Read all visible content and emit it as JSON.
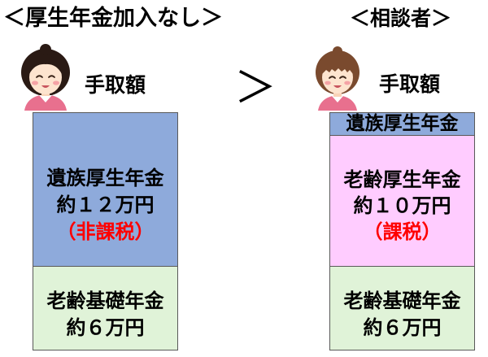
{
  "headers": {
    "left": "＜厚生年金加入なし＞",
    "right": "＜相談者＞"
  },
  "comparison_symbol": "＞",
  "colors": {
    "survivor_pension_fill": "#8eaadb",
    "old_age_employee_pension_fill": "#ffccff",
    "basic_pension_fill": "#e0f3d8",
    "tax_note_text": "#ff0000",
    "border": "#595959"
  },
  "left_case": {
    "person_icon": "middle-aged-woman-icon",
    "take_home_label": "手取額",
    "survivor_pension": {
      "name": "遺族厚生年金",
      "amount": "約１２万円",
      "tax_note": "（非課税）"
    },
    "basic_pension": {
      "name": "老齢基礎年金",
      "amount": "約６万円"
    }
  },
  "right_case": {
    "person_icon": "woman-icon",
    "take_home_label": "手取額",
    "survivor_pension": {
      "name": "遺族厚生年金"
    },
    "old_age_employee_pension": {
      "name": "老齢厚生年金",
      "amount": "約１０万円",
      "tax_note": "（課税）"
    },
    "basic_pension": {
      "name": "老齢基礎年金",
      "amount": "約６万円"
    }
  }
}
